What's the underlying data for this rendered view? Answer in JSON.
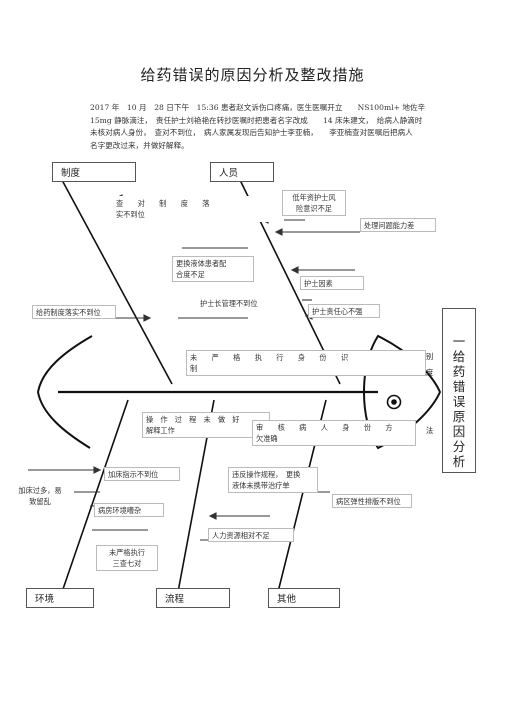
{
  "title": "给药错误的原因分析及整改措施",
  "paragraph": [
    "2017 年　10 月　28 日下午　15:36 患者赵文诉伤口疼痛，医生医嘱开立　　NS100ml+ 地佐辛",
    "15mg 静脉滴注，　责任护士刘艳艳在转抄医嘱时把患者名字改成　　14 床朱建文，　给病人静滴时",
    "未核对病人身份，　查对不到位，　病人家属发现后告知护士李亚楠，　　李亚楠查对医嘱后把病人",
    "名字更改过来，并做好解释。"
  ],
  "categories": {
    "zhidu": "制度",
    "renyuan": "人员",
    "huanjing": "环境",
    "liucheng": "流程",
    "qita": "其他"
  },
  "causes": {
    "chadui": "查　　对　　制　　度　　落\n实不到位",
    "dinianzi": "低年资护士风\n险意识不足",
    "chuli": "处理问题能力差",
    "genghuan": "更换液体患者配\n合度不足",
    "hushi": "护士因素",
    "hushizhang": "护士长管理不到位",
    "geiyao": "给药制度落实不到位",
    "zeren": "护士责任心不强",
    "weiyange": "未　　严　　格　　执　　行　　身　　份　　识\n制",
    "caozuo": "操　作　过　程　未　做　好\n解释工作",
    "shenhe": "审　　核　　病　　人　　身　　份　　方\n欠准确",
    "jiachuang": "加床指示不到位",
    "weifan": "违反操作规程，　更换\n液体未携带治疗单",
    "jiachuangguo": "加床过多，易\n致留乱",
    "bingfang": "病房环境嘈杂",
    "bingqu": "病区弹性排版不到位",
    "renli": "人力资源相对不足",
    "weiyangezhixing": "未严格执行\n三查七对"
  },
  "side_fragments": {
    "bie": "别",
    "du": "度",
    "fa": "法"
  },
  "head_label": "一给药错误原因分析"
}
